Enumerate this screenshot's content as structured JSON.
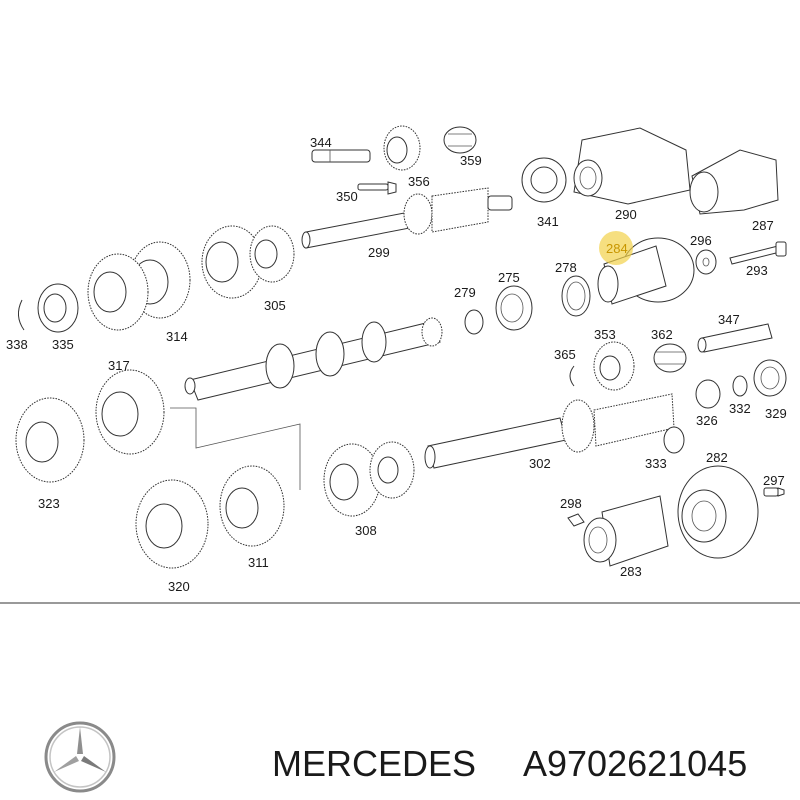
{
  "diagram": {
    "part_labels": [
      "344",
      "359",
      "356",
      "350",
      "341",
      "290",
      "287",
      "299",
      "284",
      "296",
      "293",
      "278",
      "275",
      "279",
      "305",
      "314",
      "338",
      "335",
      "347",
      "353",
      "362",
      "365",
      "317",
      "326",
      "332",
      "329",
      "323",
      "308",
      "302",
      "333",
      "282",
      "297",
      "298",
      "320",
      "311",
      "283"
    ],
    "highlighted_label": "284",
    "highlight_color": "#f2d24a"
  },
  "footer": {
    "brand": "MERCEDES",
    "part_number": "A9702621045"
  },
  "icons": {
    "logo": "mercedes-star-icon"
  }
}
